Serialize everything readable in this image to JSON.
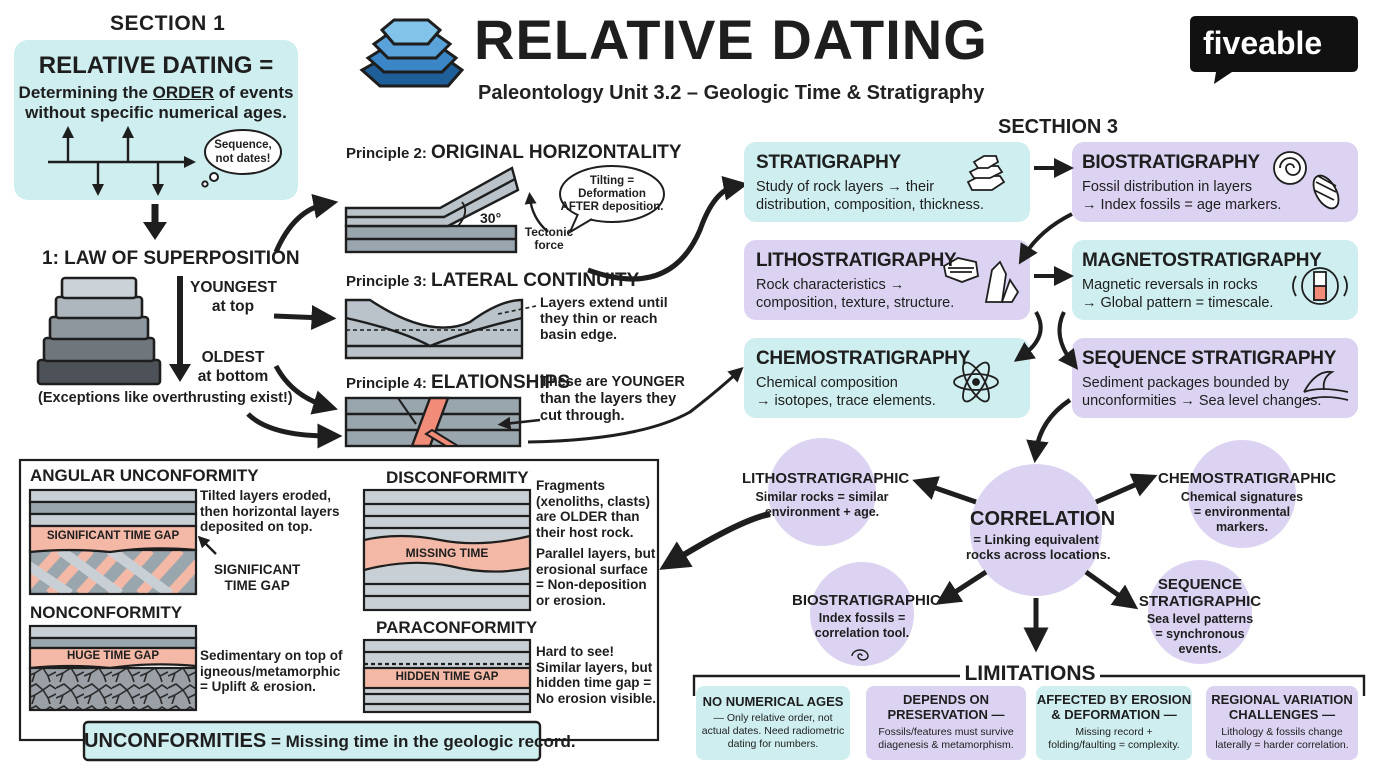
{
  "header": {
    "section1": "SECTION 1",
    "title": "RELATIVE DATING",
    "subtitle": "Paleontology Unit 3.2 – Geologic Time & Stratigraphy",
    "brand": "fiveable",
    "section3": "SECTHION 3"
  },
  "definition": {
    "title": "RELATIVE DATING =",
    "line1_pre": "Determining the ",
    "line1_em": "ORDER",
    "line1_post": " of events",
    "line2": "without specific numerical ages.",
    "bubble1": "Sequence,",
    "bubble2": "not dates!"
  },
  "superposition": {
    "title": "1: LAW OF SUPERPOSITION",
    "youngest1": "YOUNGEST",
    "youngest2": "at top",
    "oldest1": "OLDEST",
    "oldest2": "at bottom",
    "exception": "(Exceptions like overthrusting exist!)"
  },
  "principles": {
    "p2_prefix": "Principle 2:",
    "p2_name": "ORIGINAL HORIZONTALITY",
    "angle": "30°",
    "force1": "Tectonic",
    "force2": "force",
    "tilt1": "Tilting =",
    "tilt2": "Deformation",
    "tilt3": "AFTER deposition.",
    "p3_prefix": "Principle 3:",
    "p3_name": "LATERAL CONTINUITY",
    "p3_note1": "Layers extend until",
    "p3_note2": "they thin or reach",
    "p3_note3": "basin edge.",
    "p4_prefix": "Principle 4:",
    "p4_name": "ELATIONSHIPS",
    "p4_note1": "These are YOUNGER",
    "p4_note2": "than the layers they",
    "p4_note3": "cut through."
  },
  "unconformities": {
    "angular_title": "ANGULAR UNCONFORMITY",
    "angular_gap": "SIGNIFICANT TIME GAP",
    "angular_note1": "Tilted layers eroded,",
    "angular_note2": "then horizontal layers",
    "angular_note3": "deposited on top.",
    "angular_gap1": "SIGNIFICANT",
    "angular_gap2": "TIME GAP",
    "non_title": "NONCONFORMITY",
    "non_gap": "HUGE TIME GAP",
    "non_note1": "Sedimentary on top of",
    "non_note2": "igneous/metamorphic",
    "non_note3": "= Uplift & erosion.",
    "dis_title": "DISCONFORMITY",
    "dis_gap": "MISSING TIME",
    "frag1": "Fragments",
    "frag2": "(xenoliths, clasts)",
    "frag3": "are OLDER than",
    "frag4": "their host rock.",
    "dis_note1": "Parallel layers, but",
    "dis_note2": "erosional surface",
    "dis_note3": "= Non-deposition",
    "dis_note4": "or erosion.",
    "para_title": "PARACONFORMITY",
    "para_gap": "HIDDEN TIME GAP",
    "para_note1": "Hard to see!",
    "para_note2": "Similar layers, but",
    "para_note3": "hidden time gap =",
    "para_note4": "No erosion visible.",
    "footer_em": "UNCONFORMITIES",
    "footer_rest": " = Missing time in the geologic record."
  },
  "methods": [
    {
      "title": "STRATIGRAPHY",
      "desc1": "Study of rock layers → their",
      "desc2": "distribution, composition, thickness."
    },
    {
      "title": "BIOSTRATIGRAPHY",
      "desc1": "Fossil distribution in layers",
      "desc2": "→ Index fossils = age markers."
    },
    {
      "title": "LITHOSTRATIGRAPHY",
      "desc1": "Rock characteristics →",
      "desc2": "composition, texture, structure."
    },
    {
      "title": "MAGNETOSTRATIGRAPHY",
      "desc1": "Magnetic reversals in rocks",
      "desc2": "→ Global pattern = timescale."
    },
    {
      "title": "CHEMOSTRATIGRAPHY",
      "desc1": "Chemical composition",
      "desc2": "→ isotopes, trace elements."
    },
    {
      "title": "SEQUENCE STRATIGRAPHY",
      "desc1": "Sediment packages bounded by",
      "desc2": "unconformities → Sea level changes."
    }
  ],
  "correlation": {
    "title": "CORRELATION",
    "desc1": "= Linking equivalent",
    "desc2": "rocks across locations.",
    "litho_title": "LITHOSTRATIGRAPHIC",
    "litho_desc1": "Similar rocks = similar",
    "litho_desc2": "environment + age.",
    "chemo_title": "CHEMOSTRATIGRAPHIC",
    "chemo_desc1": "Chemical signatures",
    "chemo_desc2": "= environmental",
    "chemo_desc3": "markers.",
    "bio_title": "BIOSTRATIGRAPHIC",
    "bio_desc1": "Index fossils =",
    "bio_desc2": "correlation tool.",
    "seq_title1": "SEQUENCE",
    "seq_title2": "STRATIGRAPHIC",
    "seq_desc1": "Sea level patterns",
    "seq_desc2": "= synchronous",
    "seq_desc3": "events."
  },
  "limitations": {
    "title": "LIMITATIONS",
    "items": [
      {
        "title1": "NO NUMERICAL AGES",
        "title2": "",
        "desc1": "— Only relative order, not",
        "desc2": "actual dates. Need radiometric",
        "desc3": "dating for numbers."
      },
      {
        "title1": "DEPENDS ON",
        "title2": "PRESERVATION —",
        "desc1": "Fossils/features must survive",
        "desc2": "diagenesis & metamorphism.",
        "desc3": ""
      },
      {
        "title1": "AFFECTED BY EROSION",
        "title2": "& DEFORMATION —",
        "desc1": "Missing record +",
        "desc2": "folding/faulting = complexity.",
        "desc3": ""
      },
      {
        "title1": "REGIONAL VARIATION",
        "title2": "CHALLENGES —",
        "desc1": "Lithology & fossils change",
        "desc2": "laterally = harder correlation.",
        "desc3": ""
      }
    ]
  },
  "colors": {
    "teal": "#cfeef0",
    "lavender": "#dcd3f2",
    "rock_gray": "#9aa6ae",
    "gap_pink": "#f4b8a6",
    "dike_red": "#f08c78",
    "logo_blue": "#2f78b4"
  }
}
